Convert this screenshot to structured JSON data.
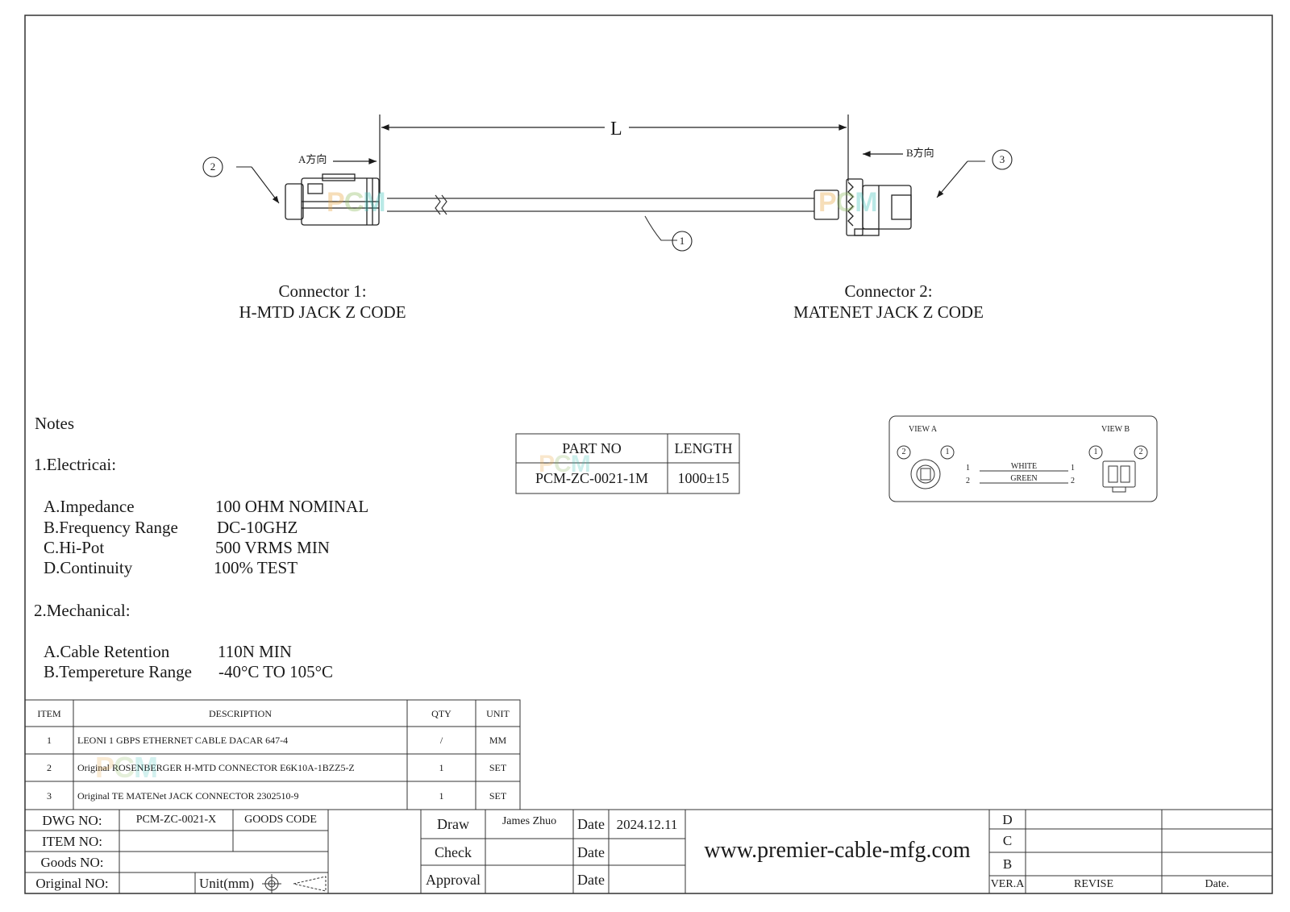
{
  "drawing": {
    "dimension_label": "L",
    "direction_a": "A方向",
    "direction_b": "B方向",
    "balloons": [
      "1",
      "2",
      "3"
    ],
    "watermark": {
      "p": "P",
      "c": "C",
      "m": "M"
    },
    "connector1": {
      "title": "Connector 1:",
      "name": "H-MTD JACK Z CODE"
    },
    "connector2": {
      "title": "Connector 2:",
      "name": "MATENET JACK Z CODE"
    }
  },
  "notes": {
    "heading": "Notes",
    "electrical": {
      "title": "1.Electricai:",
      "items": [
        {
          "label": "A.Impedance",
          "value": "100 OHM NOMINAL"
        },
        {
          "label": "B.Frequency Range",
          "value": "DC-10GHZ"
        },
        {
          "label": "C.Hi-Pot",
          "value": "500 VRMS MIN"
        },
        {
          "label": "D.Continuity",
          "value": "100% TEST"
        }
      ]
    },
    "mechanical": {
      "title": "2.Mechanical:",
      "items": [
        {
          "label": "A.Cable Retention",
          "value": "110N MIN"
        },
        {
          "label": "B.Tempereture Range",
          "value": "-40°C TO 105°C"
        }
      ]
    }
  },
  "part_table": {
    "headers": [
      "PART NO",
      "LENGTH"
    ],
    "rows": [
      [
        "PCM-ZC-0021-1M",
        "1000±15"
      ]
    ]
  },
  "pinout": {
    "view_a": "VIEW A",
    "view_b": "VIEW B",
    "wires": [
      {
        "pin_a": "1",
        "color": "WHITE",
        "pin_b": "1"
      },
      {
        "pin_a": "2",
        "color": "GREEN",
        "pin_b": "2"
      }
    ],
    "pins_a": [
      "2",
      "1"
    ],
    "pins_b": [
      "1",
      "2"
    ]
  },
  "bom": {
    "headers": [
      "ITEM",
      "DESCRIPTION",
      "QTY",
      "UNIT"
    ],
    "rows": [
      [
        "1",
        "LEONI 1 GBPS ETHERNET CABLE DACAR 647-4",
        "/",
        "MM"
      ],
      [
        "2",
        "Original ROSENBERGER H-MTD CONNECTOR E6K10A-1BZZ5-Z",
        "1",
        "SET"
      ],
      [
        "3",
        "Original TE MATENet JACK CONNECTOR 2302510-9",
        "1",
        "SET"
      ]
    ]
  },
  "title_block": {
    "dwg_no_label": "DWG NO:",
    "dwg_no": "PCM-ZC-0021-X",
    "goods_code_label": "GOODS CODE",
    "item_no_label": "ITEM NO:",
    "goods_no_label": "Goods NO:",
    "original_no_label": "Original NO:",
    "unit_label": "Unit(mm)",
    "draw_label": "Draw",
    "drawer": "James Zhuo",
    "check_label": "Check",
    "approval_label": "Approval",
    "date_label": "Date",
    "date_value": "2024.12.11",
    "website": "www.premier-cable-mfg.com",
    "revisions": [
      "D",
      "C",
      "B"
    ],
    "ver_label": "VER.A",
    "revise_label": "REVISE",
    "date_col_label": "Date."
  }
}
